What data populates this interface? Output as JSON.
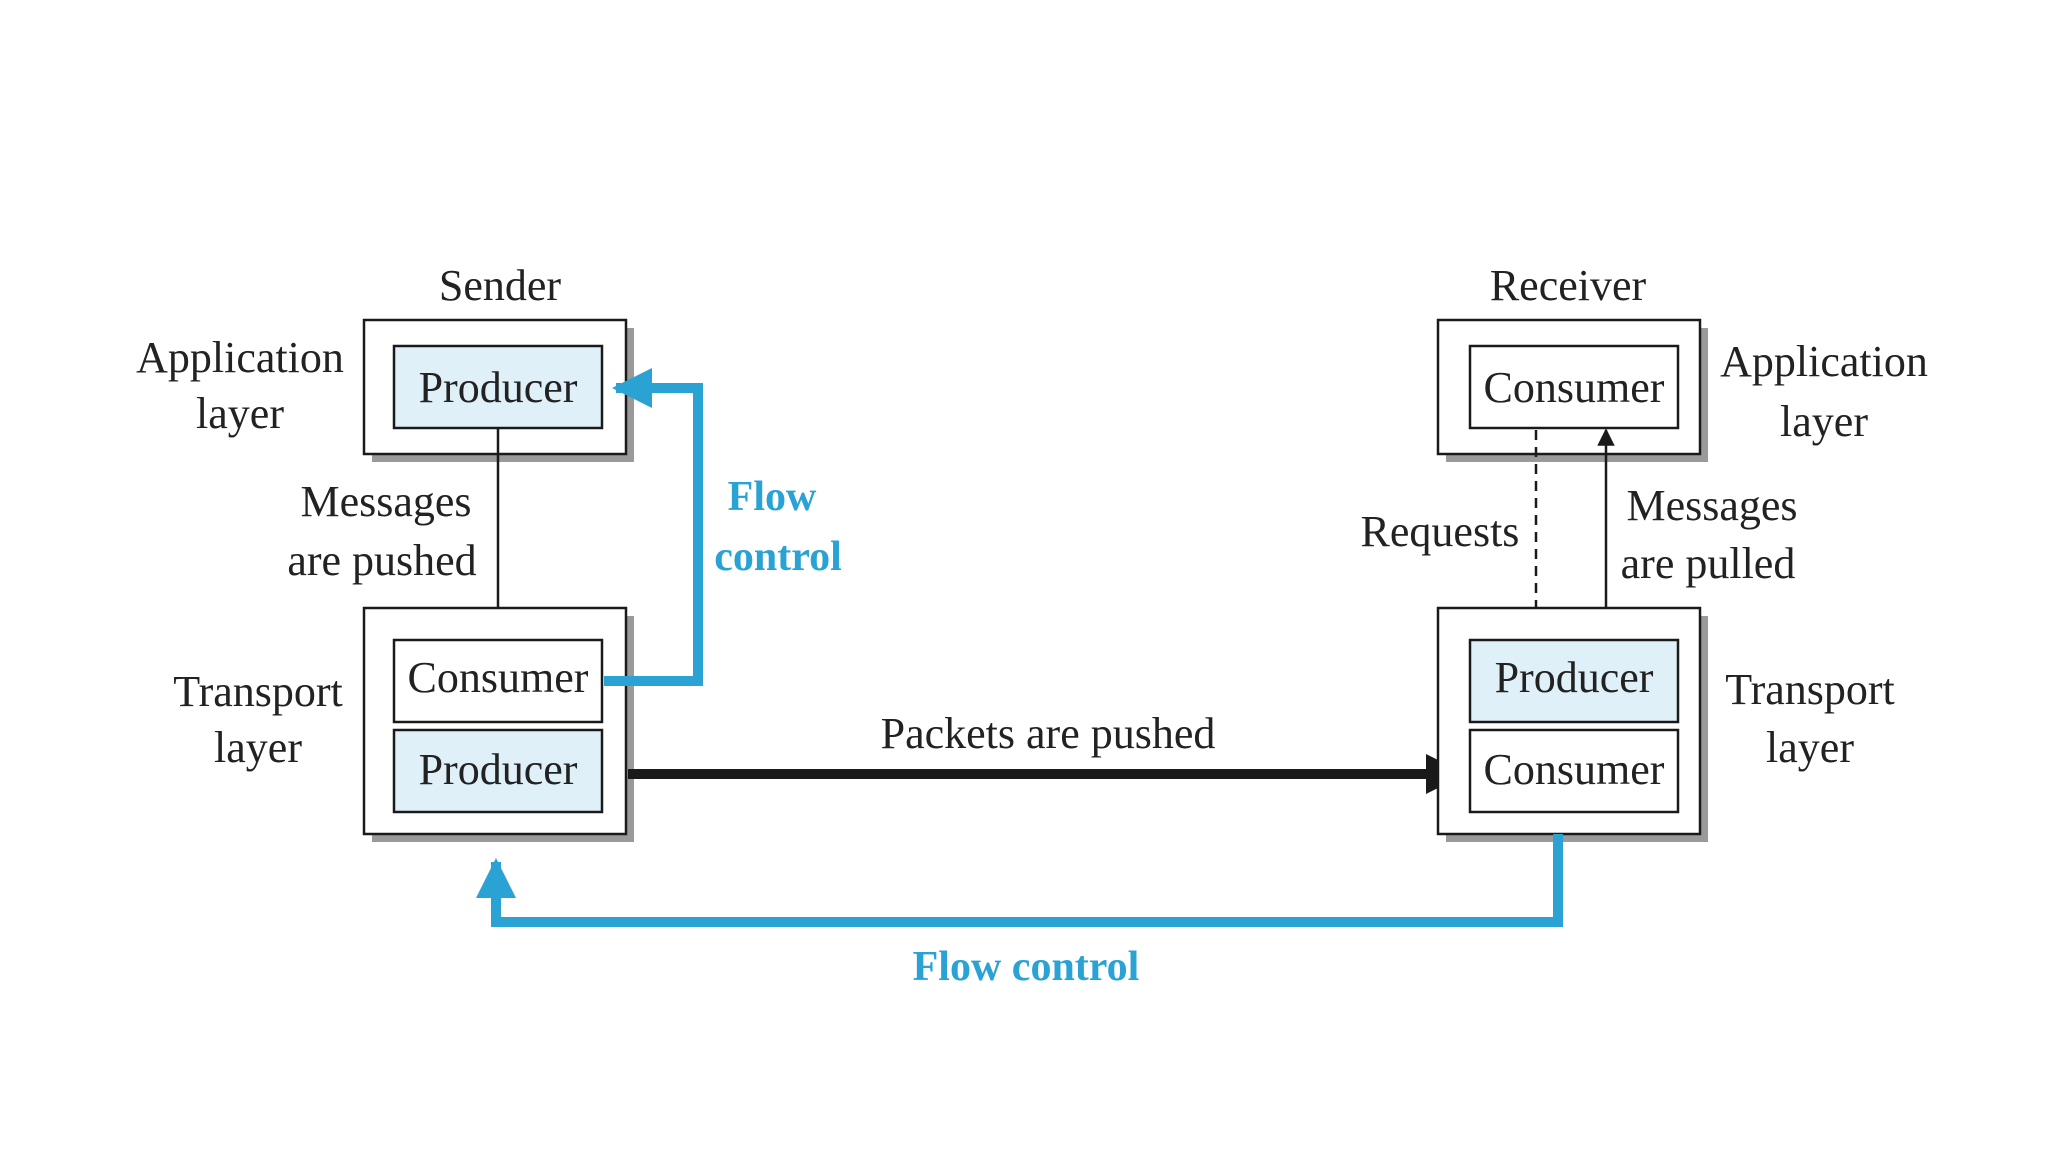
{
  "sender": {
    "title": "Sender",
    "app_layer": [
      "Application",
      "layer"
    ],
    "transport_layer": [
      "Transport",
      "layer"
    ],
    "app_box": "Producer",
    "transport_top_box": "Consumer",
    "transport_bottom_box": "Producer",
    "arrow_label": [
      "Messages",
      "are pushed"
    ]
  },
  "receiver": {
    "title": "Receiver",
    "app_layer": [
      "Application",
      "layer"
    ],
    "transport_layer": [
      "Transport",
      "layer"
    ],
    "app_box": "Consumer",
    "transport_top_box": "Producer",
    "transport_bottom_box": "Consumer",
    "requests_label": "Requests",
    "arrow_label": [
      "Messages",
      "are pulled"
    ]
  },
  "packets_label": "Packets are pushed",
  "flow_control_local": [
    "Flow",
    "control"
  ],
  "flow_control_bottom": "Flow control",
  "colors": {
    "flow": "#2aa3d4",
    "producer_fill": "#dff0f8",
    "consumer_fill": "#ffffff",
    "line": "#1a1a1a"
  }
}
